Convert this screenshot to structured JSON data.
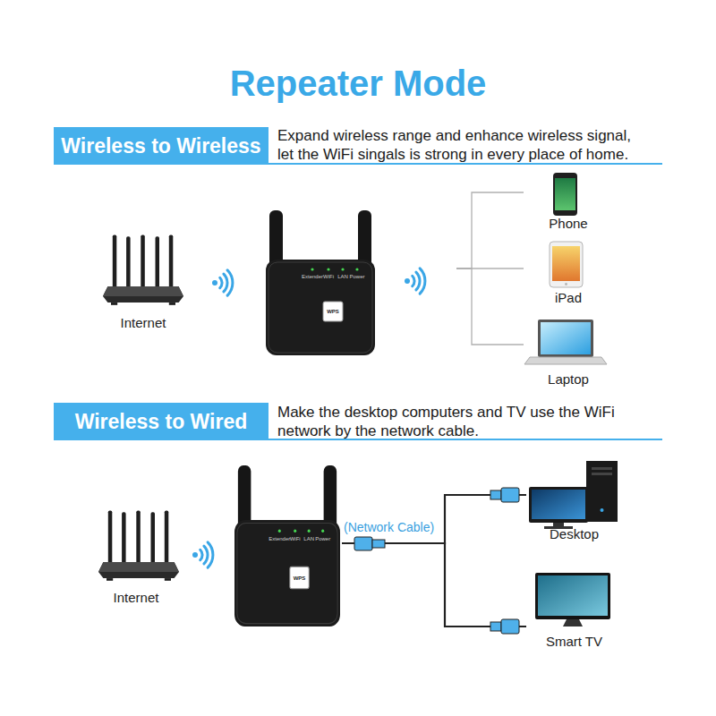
{
  "diagram": {
    "title": "Repeater Mode",
    "nodes": [
      {
        "text": [
          "Wireless to Wireless"
        ]
      },
      {
        "text": [
          "Internet"
        ]
      },
      {
        "text": [
          "Extender",
          "WiFi",
          "LAN",
          "Power",
          "WPS"
        ]
      },
      {
        "text": [
          "Phone"
        ]
      },
      {
        "text": [
          "iPad"
        ]
      },
      {
        "text": [
          "Laptop"
        ]
      },
      {
        "text": [
          "Wireless to Wired"
        ]
      },
      {
        "text": [
          "Internet"
        ]
      },
      {
        "text": [
          "Extender",
          "WiFi",
          "LAN",
          "Power",
          "WPS"
        ]
      },
      {
        "text": [
          "Desktop"
        ]
      },
      {
        "text": [
          "Smart TV"
        ]
      }
    ],
    "edges": [
      {
        "from": 2,
        "to": 3,
        "arrow": "none"
      },
      {
        "from": 2,
        "to": 4,
        "arrow": "none"
      },
      {
        "from": 2,
        "to": 5,
        "arrow": "none"
      },
      {
        "from": 8,
        "to": 9,
        "arrow": "none"
      },
      {
        "from": 8,
        "to": 10,
        "arrow": "none"
      }
    ],
    "labels": [
      "Expand wireless range and enhance wireless signal, let the WiFi singals is strong in every place of home.",
      "Make the desktop computers and TV use the WiFi network by the network cable.",
      "(Network Cable)"
    ]
  }
}
